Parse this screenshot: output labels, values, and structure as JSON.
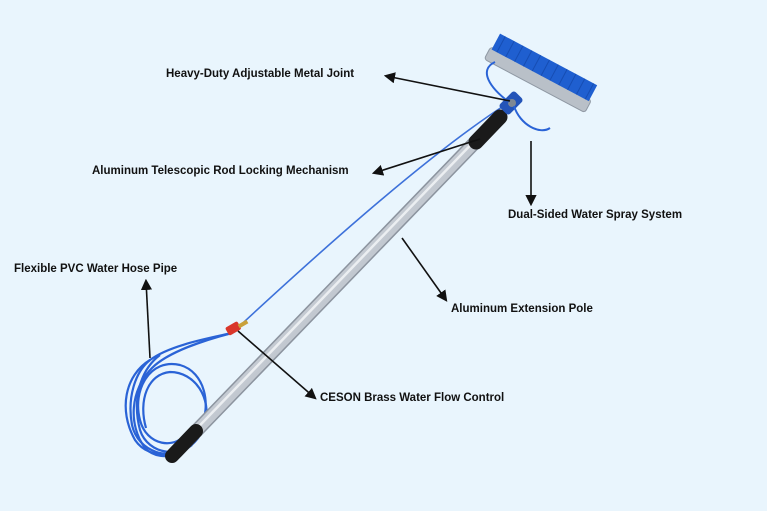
{
  "colors": {
    "background": "#e9f5fd",
    "label_text": "#111111",
    "brush_bristles": "#1f5fd0",
    "hose": "#2a63d6",
    "pole": "#c9ced6",
    "grip": "#1a1a1a",
    "valve": "#d9362b"
  },
  "labels": {
    "joint": "Heavy-Duty Adjustable Metal Joint",
    "lock": "Aluminum Telescopic Rod Locking Mechanism",
    "spray": "Dual-Sided Water Spray System",
    "hose": "Flexible PVC Water Hose Pipe",
    "pole": "Aluminum Extension Pole",
    "control": "CESON Brass Water Flow Control"
  }
}
